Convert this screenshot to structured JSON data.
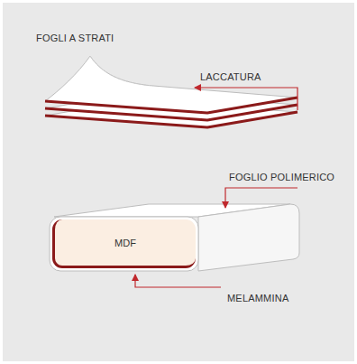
{
  "diagram": {
    "nodes": [
      {
        "text": [
          "MDF"
        ]
      }
    ],
    "labels": [
      "FOGLI A STRATI",
      "LACCATURA",
      "FOGLIO POLIMERICO",
      "MELAMMINA"
    ]
  }
}
